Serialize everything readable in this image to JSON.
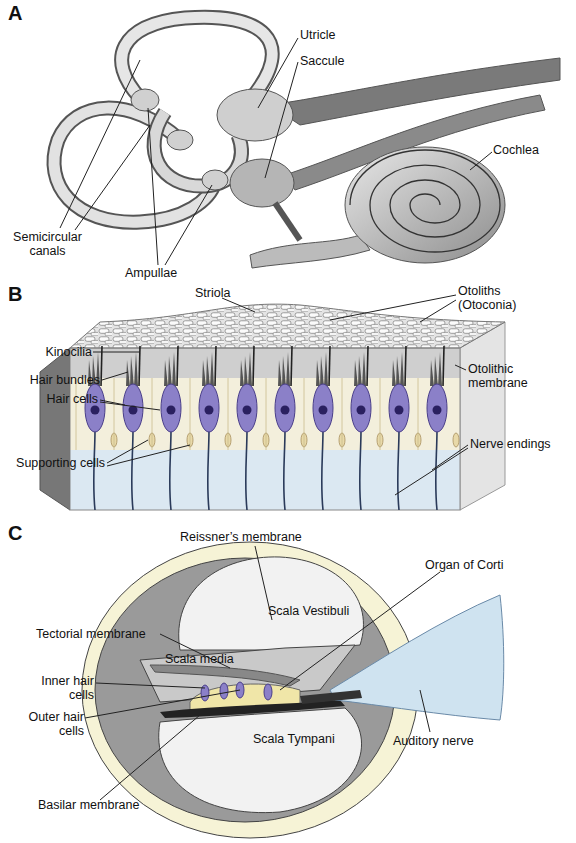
{
  "diagram": {
    "labels": [
      "A",
      "Utricle",
      "Saccule",
      "Semicircular canals",
      "Cochlea",
      "Ampullae",
      "B",
      "Striola",
      "Otoliths (Otoconia)",
      "Kinocilia",
      "Otolithic membrane",
      "Hair bundles",
      "Hair cells",
      "Supporting cells",
      "Nerve endings",
      "C",
      "Reissner’s membrane",
      "Organ of Corti",
      "Scala Vestibuli",
      "Tectorial membrane",
      "Scala media",
      "Inner hair cells",
      "Outer hair cells",
      "Scala Tympani",
      "Auditory nerve",
      "Basilar membrane"
    ]
  }
}
